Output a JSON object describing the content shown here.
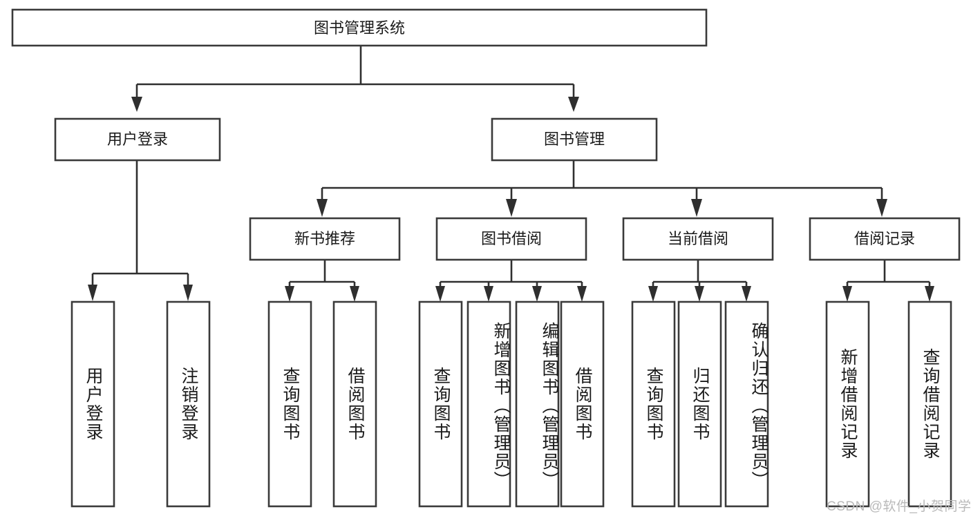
{
  "diagram": {
    "type": "tree-hierarchy",
    "title": "图书管理系统",
    "root": {
      "id": "root",
      "label": "图书管理系统",
      "level": 0
    },
    "level1": [
      {
        "id": "user-login",
        "label": "用户登录"
      },
      {
        "id": "book-management",
        "label": "图书管理"
      }
    ],
    "level2": [
      {
        "id": "new-book-recommend",
        "label": "新书推荐",
        "parent": "book-management"
      },
      {
        "id": "book-borrow",
        "label": "图书借阅",
        "parent": "book-management"
      },
      {
        "id": "current-borrow",
        "label": "当前借阅",
        "parent": "book-management"
      },
      {
        "id": "borrow-record",
        "label": "借阅记录",
        "parent": "book-management"
      }
    ],
    "leaves": [
      {
        "id": "leaf-user-login",
        "label": "用户登录",
        "parent": "user-login"
      },
      {
        "id": "leaf-logout-login",
        "label": "注销登录",
        "parent": "user-login"
      },
      {
        "id": "leaf-query-book-1",
        "label": "查询图书",
        "parent": "new-book-recommend"
      },
      {
        "id": "leaf-borrow-book-1",
        "label": "借阅图书",
        "parent": "new-book-recommend"
      },
      {
        "id": "leaf-query-book-2",
        "label": "查询图书",
        "parent": "book-borrow"
      },
      {
        "id": "leaf-add-book",
        "label": "新增图书（管理员）",
        "parent": "book-borrow"
      },
      {
        "id": "leaf-edit-book",
        "label": "编辑图书（管理员）",
        "parent": "book-borrow"
      },
      {
        "id": "leaf-borrow-book-2",
        "label": "借阅图书",
        "parent": "book-borrow"
      },
      {
        "id": "leaf-query-book-3",
        "label": "查询图书",
        "parent": "current-borrow"
      },
      {
        "id": "leaf-return-book",
        "label": "归还图书",
        "parent": "current-borrow"
      },
      {
        "id": "leaf-confirm-return",
        "label": "确认归还（管理员）",
        "parent": "current-borrow"
      },
      {
        "id": "leaf-add-record",
        "label": "新增借阅记录",
        "parent": "borrow-record"
      },
      {
        "id": "leaf-query-record",
        "label": "查询借阅记录",
        "parent": "borrow-record"
      }
    ],
    "colors": {
      "box_fill": "#ffffff",
      "box_stroke": "#3a3a3a",
      "edge_stroke": "#2f2f2f",
      "text": "#1a1a1a",
      "background": "#ffffff",
      "watermark": "#b9b9b9"
    }
  },
  "watermark": {
    "text": "CSDN @软件_小贺同学"
  }
}
